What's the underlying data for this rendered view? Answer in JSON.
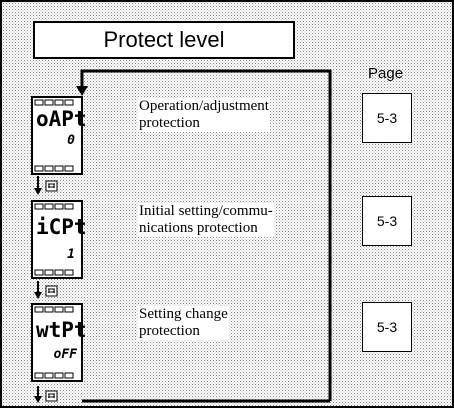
{
  "title": "Protect level",
  "page_heading": "Page",
  "parameters": [
    {
      "mnemonic": "oAPt",
      "value": "0",
      "description_line1": "Operation/adjustment",
      "description_line2": "protection",
      "page": "5-3"
    },
    {
      "mnemonic": "iCPt",
      "value": "1",
      "description_line1": "Initial setting/commu-",
      "description_line2": "nications protection",
      "page": "5-3"
    },
    {
      "mnemonic": "wtPt",
      "value": "oFF",
      "description_line1": "Setting change",
      "description_line2": "protection",
      "page": "5-3"
    }
  ],
  "key_icon": "mode-key-icon",
  "colors": {
    "background": "#ffffff",
    "ink": "#000000",
    "dot_shade": "#9a9a9a"
  }
}
